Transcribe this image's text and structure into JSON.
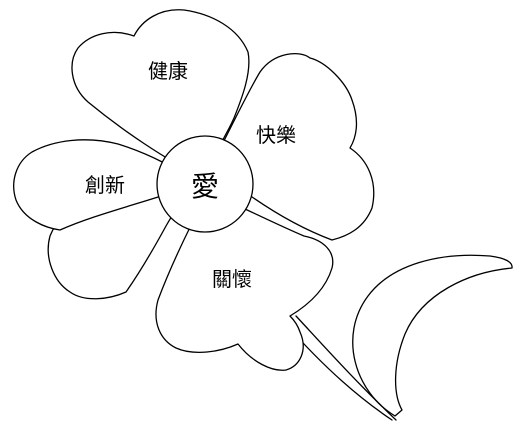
{
  "diagram": {
    "center_label": "愛",
    "petals": [
      {
        "id": "top",
        "label": "健康"
      },
      {
        "id": "right",
        "label": "快樂"
      },
      {
        "id": "left",
        "label": "創新"
      },
      {
        "id": "bottom",
        "label": "關懷"
      }
    ],
    "colors": {
      "stroke": "#000000",
      "fill": "#ffffff"
    }
  }
}
